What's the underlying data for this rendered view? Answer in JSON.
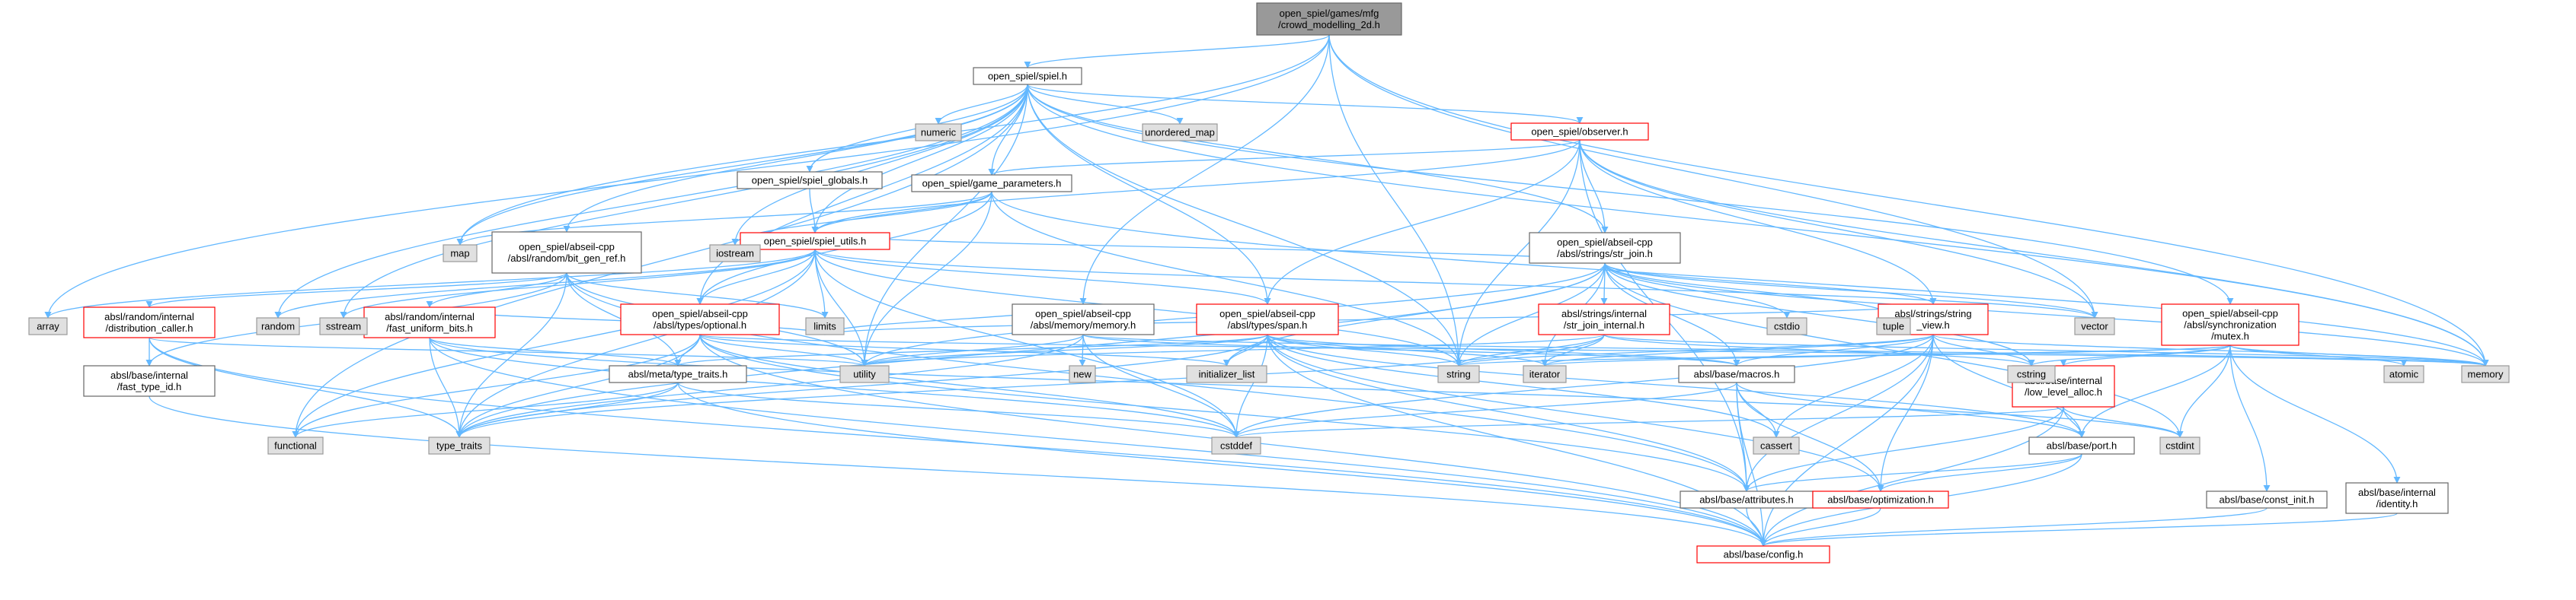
{
  "diagram_title": "",
  "colors": {
    "edge": "#63b8ff",
    "root_fill": "#999999",
    "root_border": "#666666",
    "file_fill": "#ffffff",
    "file_border": "#666666",
    "truncated_border": "#ff0000",
    "system_fill": "#e0e0e0",
    "system_border": "#999999"
  },
  "nodes": {
    "root": {
      "lines": [
        "open_spiel/games/mfg",
        "/crowd_modelling_2d.h"
      ],
      "kind": "root"
    },
    "spiel": {
      "lines": [
        "open_spiel/spiel.h"
      ],
      "kind": "file"
    },
    "observer": {
      "lines": [
        "open_spiel/observer.h"
      ],
      "kind": "truncated"
    },
    "spiel_globals": {
      "lines": [
        "open_spiel/spiel_globals.h"
      ],
      "kind": "file"
    },
    "game_parameters": {
      "lines": [
        "open_spiel/game_parameters.h"
      ],
      "kind": "file"
    },
    "spiel_utils": {
      "lines": [
        "open_spiel/spiel_utils.h"
      ],
      "kind": "truncated"
    },
    "bit_gen_ref": {
      "lines": [
        "open_spiel/abseil-cpp",
        "/absl/random/bit_gen_ref.h"
      ],
      "kind": "file"
    },
    "distribution_caller": {
      "lines": [
        "absl/random/internal",
        "/distribution_caller.h"
      ],
      "kind": "truncated"
    },
    "fast_uniform_bits": {
      "lines": [
        "absl/random/internal",
        "/fast_uniform_bits.h"
      ],
      "kind": "truncated"
    },
    "fast_type_id": {
      "lines": [
        "absl/base/internal",
        "/fast_type_id.h"
      ],
      "kind": "file"
    },
    "optional": {
      "lines": [
        "open_spiel/abseil-cpp",
        "/absl/types/optional.h"
      ],
      "kind": "truncated"
    },
    "type_traits_h": {
      "lines": [
        "absl/meta/type_traits.h"
      ],
      "kind": "file"
    },
    "memory_h": {
      "lines": [
        "open_spiel/abseil-cpp",
        "/absl/memory/memory.h"
      ],
      "kind": "file"
    },
    "span": {
      "lines": [
        "open_spiel/abseil-cpp",
        "/absl/types/span.h"
      ],
      "kind": "truncated"
    },
    "str_join": {
      "lines": [
        "open_spiel/abseil-cpp",
        "/absl/strings/str_join.h"
      ],
      "kind": "file"
    },
    "str_join_internal": {
      "lines": [
        "absl/strings/internal",
        "/str_join_internal.h"
      ],
      "kind": "truncated"
    },
    "string_view": {
      "lines": [
        "absl/strings/string",
        "_view.h"
      ],
      "kind": "truncated"
    },
    "macros": {
      "lines": [
        "absl/base/macros.h"
      ],
      "kind": "file"
    },
    "low_level_alloc": {
      "lines": [
        "absl/base/internal",
        "/low_level_alloc.h"
      ],
      "kind": "truncated"
    },
    "mutex": {
      "lines": [
        "open_spiel/abseil-cpp",
        "/absl/synchronization",
        "/mutex.h"
      ],
      "kind": "truncated"
    },
    "port": {
      "lines": [
        "absl/base/port.h"
      ],
      "kind": "file"
    },
    "attributes": {
      "lines": [
        "absl/base/attributes.h"
      ],
      "kind": "file"
    },
    "optimization": {
      "lines": [
        "absl/base/optimization.h"
      ],
      "kind": "truncated"
    },
    "config": {
      "lines": [
        "absl/base/config.h"
      ],
      "kind": "truncated"
    },
    "const_init": {
      "lines": [
        "absl/base/const_init.h"
      ],
      "kind": "file"
    },
    "identity": {
      "lines": [
        "absl/base/internal",
        "/identity.h"
      ],
      "kind": "file"
    },
    "s_array": {
      "lines": [
        "array"
      ],
      "kind": "system"
    },
    "s_map": {
      "lines": [
        "map"
      ],
      "kind": "system"
    },
    "s_numeric": {
      "lines": [
        "numeric"
      ],
      "kind": "system"
    },
    "s_unordered_map": {
      "lines": [
        "unordered_map"
      ],
      "kind": "system"
    },
    "s_iostream": {
      "lines": [
        "iostream"
      ],
      "kind": "system"
    },
    "s_random": {
      "lines": [
        "random"
      ],
      "kind": "system"
    },
    "s_sstream": {
      "lines": [
        "sstream"
      ],
      "kind": "system"
    },
    "s_limits": {
      "lines": [
        "limits"
      ],
      "kind": "system"
    },
    "s_utility": {
      "lines": [
        "utility"
      ],
      "kind": "system"
    },
    "s_new": {
      "lines": [
        "new"
      ],
      "kind": "system"
    },
    "s_initializer_list": {
      "lines": [
        "initializer_list"
      ],
      "kind": "system"
    },
    "s_string": {
      "lines": [
        "string"
      ],
      "kind": "system"
    },
    "s_cstdio": {
      "lines": [
        "cstdio"
      ],
      "kind": "system"
    },
    "s_tuple": {
      "lines": [
        "tuple"
      ],
      "kind": "system"
    },
    "s_iterator": {
      "lines": [
        "iterator"
      ],
      "kind": "system"
    },
    "s_cstring": {
      "lines": [
        "cstring"
      ],
      "kind": "system"
    },
    "s_vector": {
      "lines": [
        "vector"
      ],
      "kind": "system"
    },
    "s_atomic": {
      "lines": [
        "atomic"
      ],
      "kind": "system"
    },
    "s_memory": {
      "lines": [
        "memory"
      ],
      "kind": "system"
    },
    "s_functional": {
      "lines": [
        "functional"
      ],
      "kind": "system"
    },
    "s_type_traits": {
      "lines": [
        "type_traits"
      ],
      "kind": "system"
    },
    "s_cstddef": {
      "lines": [
        "cstddef"
      ],
      "kind": "system"
    },
    "s_cassert": {
      "lines": [
        "cassert"
      ],
      "kind": "system"
    },
    "s_cstdint": {
      "lines": [
        "cstdint"
      ],
      "kind": "system"
    }
  },
  "edges": [
    [
      "root",
      "spiel"
    ],
    [
      "root",
      "s_array"
    ],
    [
      "root",
      "s_map"
    ],
    [
      "root",
      "memory_h"
    ],
    [
      "root",
      "s_string"
    ],
    [
      "root",
      "s_vector"
    ],
    [
      "root",
      "s_memory"
    ],
    [
      "spiel",
      "observer"
    ],
    [
      "spiel",
      "spiel_globals"
    ],
    [
      "spiel",
      "game_parameters"
    ],
    [
      "spiel",
      "spiel_utils"
    ],
    [
      "spiel",
      "bit_gen_ref"
    ],
    [
      "spiel",
      "optional"
    ],
    [
      "spiel",
      "span"
    ],
    [
      "spiel",
      "str_join"
    ],
    [
      "spiel",
      "mutex"
    ],
    [
      "spiel",
      "s_numeric"
    ],
    [
      "spiel",
      "s_unordered_map"
    ],
    [
      "spiel",
      "s_iostream"
    ],
    [
      "spiel",
      "s_random"
    ],
    [
      "spiel",
      "s_sstream"
    ],
    [
      "spiel",
      "s_map"
    ],
    [
      "spiel",
      "s_functional"
    ],
    [
      "spiel",
      "s_string"
    ],
    [
      "spiel",
      "s_utility"
    ],
    [
      "spiel",
      "s_memory"
    ],
    [
      "observer",
      "game_parameters"
    ],
    [
      "observer",
      "spiel_utils"
    ],
    [
      "observer",
      "span"
    ],
    [
      "observer",
      "str_join"
    ],
    [
      "observer",
      "string_view"
    ],
    [
      "observer",
      "s_string"
    ],
    [
      "observer",
      "s_vector"
    ],
    [
      "observer",
      "s_memory"
    ],
    [
      "observer",
      "attributes"
    ],
    [
      "spiel_globals",
      "spiel_utils"
    ],
    [
      "game_parameters",
      "spiel_utils"
    ],
    [
      "game_parameters",
      "optional"
    ],
    [
      "game_parameters",
      "s_map"
    ],
    [
      "game_parameters",
      "s_string"
    ],
    [
      "game_parameters",
      "s_utility"
    ],
    [
      "game_parameters",
      "s_memory"
    ],
    [
      "game_parameters",
      "s_iostream"
    ],
    [
      "spiel_utils",
      "optional"
    ],
    [
      "spiel_utils",
      "span"
    ],
    [
      "spiel_utils",
      "str_join"
    ],
    [
      "spiel_utils",
      "s_array"
    ],
    [
      "spiel_utils",
      "s_random"
    ],
    [
      "spiel_utils",
      "s_sstream"
    ],
    [
      "spiel_utils",
      "s_vector"
    ],
    [
      "spiel_utils",
      "s_string"
    ],
    [
      "spiel_utils",
      "s_functional"
    ],
    [
      "spiel_utils",
      "s_type_traits"
    ],
    [
      "spiel_utils",
      "s_utility"
    ],
    [
      "spiel_utils",
      "s_cstddef"
    ],
    [
      "spiel_utils",
      "s_limits"
    ],
    [
      "bit_gen_ref",
      "distribution_caller"
    ],
    [
      "bit_gen_ref",
      "fast_uniform_bits"
    ],
    [
      "bit_gen_ref",
      "fast_type_id"
    ],
    [
      "bit_gen_ref",
      "type_traits_h"
    ],
    [
      "bit_gen_ref",
      "s_type_traits"
    ],
    [
      "bit_gen_ref",
      "s_limits"
    ],
    [
      "bit_gen_ref",
      "s_utility"
    ],
    [
      "bit_gen_ref",
      "attributes"
    ],
    [
      "distribution_caller",
      "fast_type_id"
    ],
    [
      "distribution_caller",
      "config"
    ],
    [
      "distribution_caller",
      "s_type_traits"
    ],
    [
      "distribution_caller",
      "s_utility"
    ],
    [
      "fast_uniform_bits",
      "type_traits_h"
    ],
    [
      "fast_uniform_bits",
      "config"
    ],
    [
      "fast_uniform_bits",
      "s_type_traits"
    ],
    [
      "fast_uniform_bits",
      "s_cstddef"
    ],
    [
      "fast_uniform_bits",
      "s_limits"
    ],
    [
      "fast_uniform_bits",
      "s_cstdint"
    ],
    [
      "fast_type_id",
      "config"
    ],
    [
      "optional",
      "type_traits_h"
    ],
    [
      "optional",
      "config"
    ],
    [
      "optional",
      "s_functional"
    ],
    [
      "optional",
      "s_utility"
    ],
    [
      "optional",
      "s_type_traits"
    ],
    [
      "optional",
      "s_cstddef"
    ],
    [
      "optional",
      "s_initializer_list"
    ],
    [
      "optional",
      "s_memory"
    ],
    [
      "optional",
      "attributes"
    ],
    [
      "type_traits_h",
      "config"
    ],
    [
      "type_traits_h",
      "s_functional"
    ],
    [
      "type_traits_h",
      "s_type_traits"
    ],
    [
      "type_traits_h",
      "s_cstddef"
    ],
    [
      "memory_h",
      "s_cstddef"
    ],
    [
      "memory_h",
      "s_limits"
    ],
    [
      "memory_h",
      "s_memory"
    ],
    [
      "memory_h",
      "s_new"
    ],
    [
      "memory_h",
      "s_type_traits"
    ],
    [
      "memory_h",
      "s_utility"
    ],
    [
      "memory_h",
      "macros"
    ],
    [
      "span",
      "type_traits_h"
    ],
    [
      "span",
      "macros"
    ],
    [
      "span",
      "optimization"
    ],
    [
      "span",
      "port"
    ],
    [
      "span",
      "attributes"
    ],
    [
      "span",
      "config"
    ],
    [
      "span",
      "s_cstddef"
    ],
    [
      "span",
      "s_initializer_list"
    ],
    [
      "span",
      "s_iterator"
    ],
    [
      "span",
      "s_string"
    ],
    [
      "span",
      "s_type_traits"
    ],
    [
      "span",
      "s_utility"
    ],
    [
      "span",
      "s_cassert"
    ],
    [
      "str_join",
      "str_join_internal"
    ],
    [
      "str_join",
      "string_view"
    ],
    [
      "str_join",
      "macros"
    ],
    [
      "str_join",
      "s_cstdio"
    ],
    [
      "str_join",
      "s_tuple"
    ],
    [
      "str_join",
      "s_cstring"
    ],
    [
      "str_join",
      "s_initializer_list"
    ],
    [
      "str_join",
      "s_iterator"
    ],
    [
      "str_join",
      "s_string"
    ],
    [
      "str_join",
      "s_type_traits"
    ],
    [
      "str_join",
      "s_utility"
    ],
    [
      "str_join",
      "s_memory"
    ],
    [
      "str_join",
      "s_vector"
    ],
    [
      "str_join",
      "s_cstdint"
    ],
    [
      "str_join_internal",
      "s_string"
    ],
    [
      "str_join_internal",
      "s_iterator"
    ],
    [
      "str_join_internal",
      "s_type_traits"
    ],
    [
      "str_join_internal",
      "s_utility"
    ],
    [
      "str_join_internal",
      "s_memory"
    ],
    [
      "str_join_internal",
      "s_cstring"
    ],
    [
      "string_view",
      "macros"
    ],
    [
      "string_view",
      "port"
    ],
    [
      "string_view",
      "attributes"
    ],
    [
      "string_view",
      "optimization"
    ],
    [
      "string_view",
      "config"
    ],
    [
      "string_view",
      "s_cassert"
    ],
    [
      "string_view",
      "s_cstddef"
    ],
    [
      "string_view",
      "s_cstring"
    ],
    [
      "string_view",
      "s_iterator"
    ],
    [
      "string_view",
      "s_limits"
    ],
    [
      "string_view",
      "s_string"
    ],
    [
      "string_view",
      "s_memory"
    ],
    [
      "macros",
      "s_cassert"
    ],
    [
      "macros",
      "s_cstddef"
    ],
    [
      "macros",
      "attributes"
    ],
    [
      "macros",
      "optimization"
    ],
    [
      "macros",
      "port"
    ],
    [
      "macros",
      "config"
    ],
    [
      "mutex",
      "low_level_alloc"
    ],
    [
      "mutex",
      "port"
    ],
    [
      "mutex",
      "const_init"
    ],
    [
      "mutex",
      "identity"
    ],
    [
      "mutex",
      "s_atomic"
    ],
    [
      "mutex",
      "s_cstdint"
    ],
    [
      "mutex",
      "s_cstring"
    ],
    [
      "mutex",
      "s_iterator"
    ],
    [
      "mutex",
      "s_string"
    ],
    [
      "mutex",
      "s_memory"
    ],
    [
      "low_level_alloc",
      "port"
    ],
    [
      "low_level_alloc",
      "attributes"
    ],
    [
      "low_level_alloc",
      "config"
    ],
    [
      "low_level_alloc",
      "s_cstdint"
    ],
    [
      "low_level_alloc",
      "s_cstddef"
    ],
    [
      "port",
      "attributes"
    ],
    [
      "port",
      "optimization"
    ],
    [
      "port",
      "config"
    ],
    [
      "attributes",
      "config"
    ],
    [
      "optimization",
      "config"
    ],
    [
      "const_init",
      "config"
    ],
    [
      "identity",
      "config"
    ]
  ]
}
